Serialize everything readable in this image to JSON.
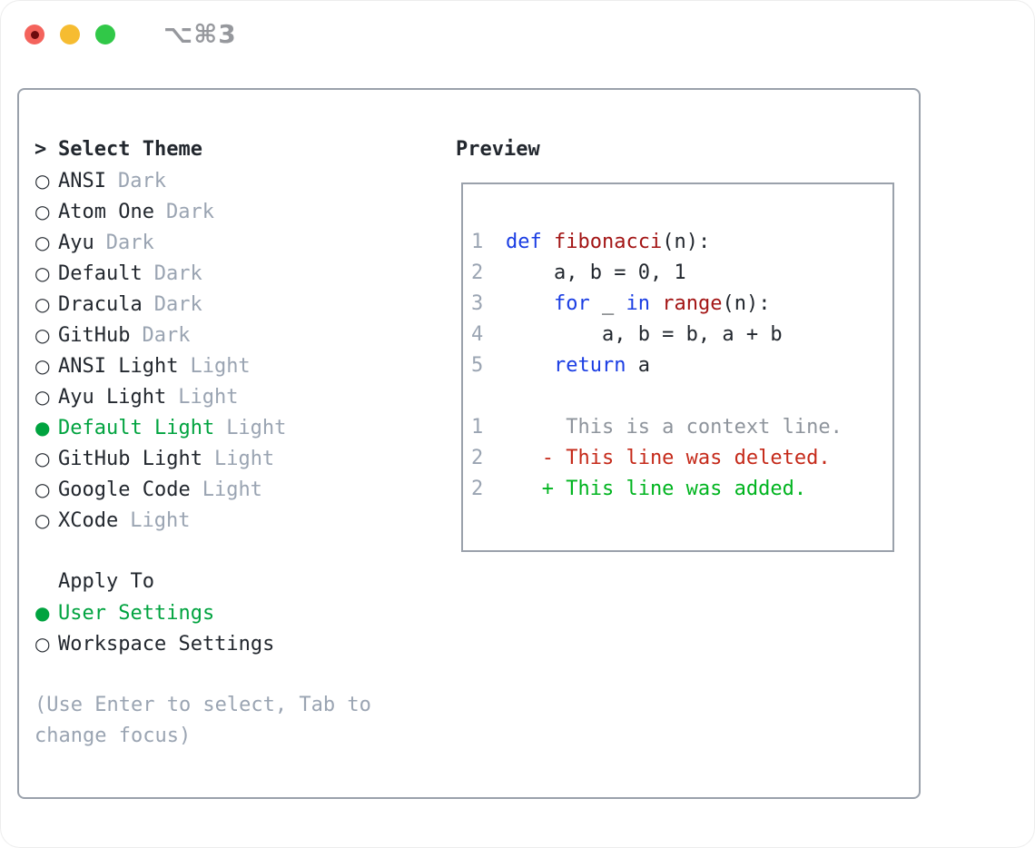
{
  "titlebar": {
    "shortcut": "⌥⌘3"
  },
  "colors": {
    "text": "#22272E",
    "muted": "#9AA4B2",
    "panel_border": "#9AA1AB",
    "titlebar_text": "#96989D",
    "selected_green": "#00A33F",
    "keyword": "#1A3DE3",
    "function": "#A31515",
    "context": "#8E949C",
    "deleted": "#C52A1A",
    "added": "#00B41F",
    "traffic_red": "#F4635C",
    "traffic_red_dot": "#6D0B0E",
    "traffic_yellow": "#F6BC31",
    "traffic_green": "#31C848"
  },
  "markers": {
    "selected": "●",
    "unselected": "○"
  },
  "theme_list": {
    "header_marker": ">",
    "header": "Select Theme",
    "items": [
      {
        "marker": "○",
        "name": "ANSI",
        "variant": "Dark",
        "selected": false
      },
      {
        "marker": "○",
        "name": "Atom One",
        "variant": "Dark",
        "selected": false
      },
      {
        "marker": "○",
        "name": "Ayu",
        "variant": "Dark",
        "selected": false
      },
      {
        "marker": "○",
        "name": "Default",
        "variant": "Dark",
        "selected": false
      },
      {
        "marker": "○",
        "name": "Dracula",
        "variant": "Dark",
        "selected": false
      },
      {
        "marker": "○",
        "name": "GitHub",
        "variant": "Dark",
        "selected": false
      },
      {
        "marker": "○",
        "name": "ANSI Light",
        "variant": "Light",
        "selected": false
      },
      {
        "marker": "○",
        "name": "Ayu Light",
        "variant": "Light",
        "selected": false
      },
      {
        "marker": "●",
        "name": "Default Light",
        "variant": "Light",
        "selected": true
      },
      {
        "marker": "○",
        "name": "GitHub Light",
        "variant": "Light",
        "selected": false
      },
      {
        "marker": "○",
        "name": "Google Code",
        "variant": "Light",
        "selected": false
      },
      {
        "marker": "○",
        "name": "XCode",
        "variant": "Light",
        "selected": false
      }
    ]
  },
  "apply_to": {
    "header": "Apply To",
    "options": [
      {
        "marker": "●",
        "label": "User Settings",
        "selected": true
      },
      {
        "marker": "○",
        "label": "Workspace Settings",
        "selected": false
      }
    ]
  },
  "hint": "(Use Enter to select, Tab to change focus)",
  "preview": {
    "title": "Preview",
    "code_lines": [
      {
        "num": "1",
        "segments": [
          {
            "text": "def ",
            "type": "keyword"
          },
          {
            "text": "fibonacci",
            "type": "function"
          },
          {
            "text": "(n):",
            "type": "plain"
          }
        ]
      },
      {
        "num": "2",
        "segments": [
          {
            "text": "    a, b = 0, 1",
            "type": "plain"
          }
        ]
      },
      {
        "num": "3",
        "segments": [
          {
            "text": "    ",
            "type": "plain"
          },
          {
            "text": "for",
            "type": "keyword"
          },
          {
            "text": " _ ",
            "type": "plain"
          },
          {
            "text": "in",
            "type": "keyword"
          },
          {
            "text": " ",
            "type": "plain"
          },
          {
            "text": "range",
            "type": "function"
          },
          {
            "text": "(n):",
            "type": "plain"
          }
        ]
      },
      {
        "num": "4",
        "segments": [
          {
            "text": "        a, b = b, a + b",
            "type": "plain"
          }
        ]
      },
      {
        "num": "5",
        "segments": [
          {
            "text": "    ",
            "type": "plain"
          },
          {
            "text": "return",
            "type": "keyword"
          },
          {
            "text": " a",
            "type": "plain"
          }
        ]
      }
    ],
    "diff_lines": [
      {
        "num": "1",
        "text": "     This is a context line.",
        "type": "context"
      },
      {
        "num": "2",
        "text": "   - This line was deleted.",
        "type": "deleted"
      },
      {
        "num": "2",
        "text": "   + This line was added.",
        "type": "added"
      }
    ]
  }
}
